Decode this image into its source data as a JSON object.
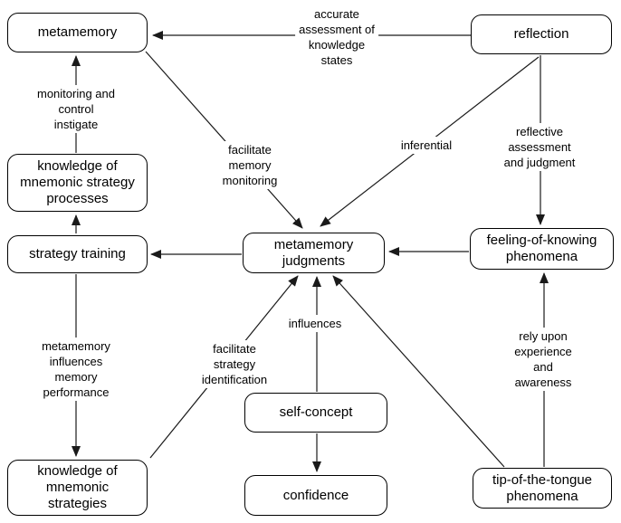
{
  "diagram": {
    "nodes": [
      {
        "id": "metamemory",
        "label": "metamemory"
      },
      {
        "id": "reflection",
        "label": "reflection"
      },
      {
        "id": "knowledge-of-mnemonic-strategy-processes",
        "label": "knowledge of mnemonic strategy processes"
      },
      {
        "id": "strategy-training",
        "label": "strategy training"
      },
      {
        "id": "metamemory-judgments",
        "label": "metamemory judgments"
      },
      {
        "id": "feeling-of-knowing-phenomena",
        "label": "feeling-of-knowing phenomena"
      },
      {
        "id": "self-concept",
        "label": "self-concept"
      },
      {
        "id": "confidence",
        "label": "confidence"
      },
      {
        "id": "knowledge-of-mnemonic-strategies",
        "label": "knowledge of mnemonic strategies"
      },
      {
        "id": "tip-of-the-tongue-phenomena",
        "label": "tip-of-the-tongue phenomena"
      }
    ],
    "edges": [
      {
        "from": "reflection",
        "to": "metamemory",
        "label": "accurate\nassessment of\nknowledge\nstates"
      },
      {
        "from": "knowledge-of-mnemonic-strategy-processes",
        "to": "metamemory",
        "label": "monitoring and\ncontrol\ninstigate"
      },
      {
        "from": "strategy-training",
        "to": "knowledge-of-mnemonic-strategy-processes",
        "label": ""
      },
      {
        "from": "metamemory-judgments",
        "to": "strategy-training",
        "label": ""
      },
      {
        "from": "strategy-training",
        "to": "knowledge-of-mnemonic-strategies",
        "label": "metamemory\ninfluences\nmemory\nperformance"
      },
      {
        "from": "metamemory",
        "to": "metamemory-judgments",
        "label": "facilitate\nmemory\nmonitoring"
      },
      {
        "from": "reflection",
        "to": "metamemory-judgments",
        "label": "inferential"
      },
      {
        "from": "reflection",
        "to": "feeling-of-knowing-phenomena",
        "label": "reflective\nassessment\nand judgment"
      },
      {
        "from": "feeling-of-knowing-phenomena",
        "to": "metamemory-judgments",
        "label": ""
      },
      {
        "from": "knowledge-of-mnemonic-strategies",
        "to": "metamemory-judgments",
        "label": "facilitate\nstrategy\nidentification"
      },
      {
        "from": "self-concept",
        "to": "metamemory-judgments",
        "label": "influences"
      },
      {
        "from": "self-concept",
        "to": "confidence",
        "label": ""
      },
      {
        "from": "tip-of-the-tongue-phenomena",
        "to": "metamemory-judgments",
        "label": ""
      },
      {
        "from": "tip-of-the-tongue-phenomena",
        "to": "feeling-of-knowing-phenomena",
        "label": "rely upon\nexperience and\nawareness"
      }
    ],
    "colors": {
      "line": "#1a1a1a",
      "box_border": "#000000",
      "background": "#ffffff",
      "text": "#000000"
    }
  }
}
